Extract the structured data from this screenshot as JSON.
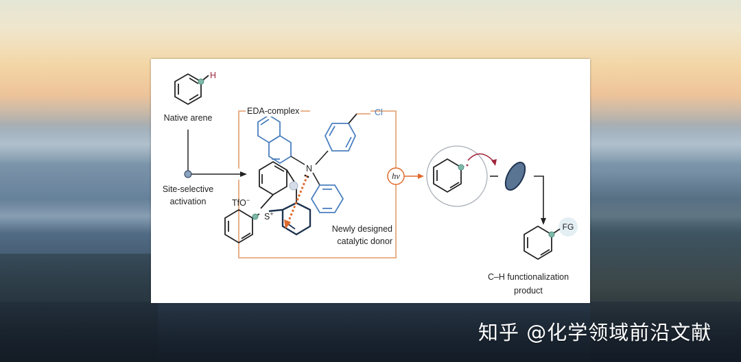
{
  "background": {
    "description": "misty landscape at sunrise",
    "sky_color": "#f0d2a2",
    "fog_color": "#8ea3b6"
  },
  "diagram": {
    "labels": {
      "native_arene": "Native arene",
      "site_selective": "Site-selective",
      "activation": "activation",
      "eda_complex": "EDA-complex",
      "cl": "Cl",
      "n_atom": "N",
      "tfo": "TfO",
      "tfo_charge": "−",
      "s_atom": "S",
      "s_charge": "+",
      "newly_designed": "Newly designed",
      "catalytic_donor": "catalytic donor",
      "hv": "hν",
      "h_atom": "H",
      "fg": "FG",
      "ch_functionalization": "C–H functionalization",
      "product": "product"
    },
    "colors": {
      "frame": "#e6a77a",
      "accent_orange": "#e06a2c",
      "donor_blue": "#4a7fbf",
      "dark_navy": "#1e3350",
      "site_marker": "#7fb8a8",
      "h_red": "#a0263c",
      "catalyst_disk": "#5a7494"
    }
  },
  "watermark": {
    "text": "知乎 @化学领域前沿文献"
  }
}
